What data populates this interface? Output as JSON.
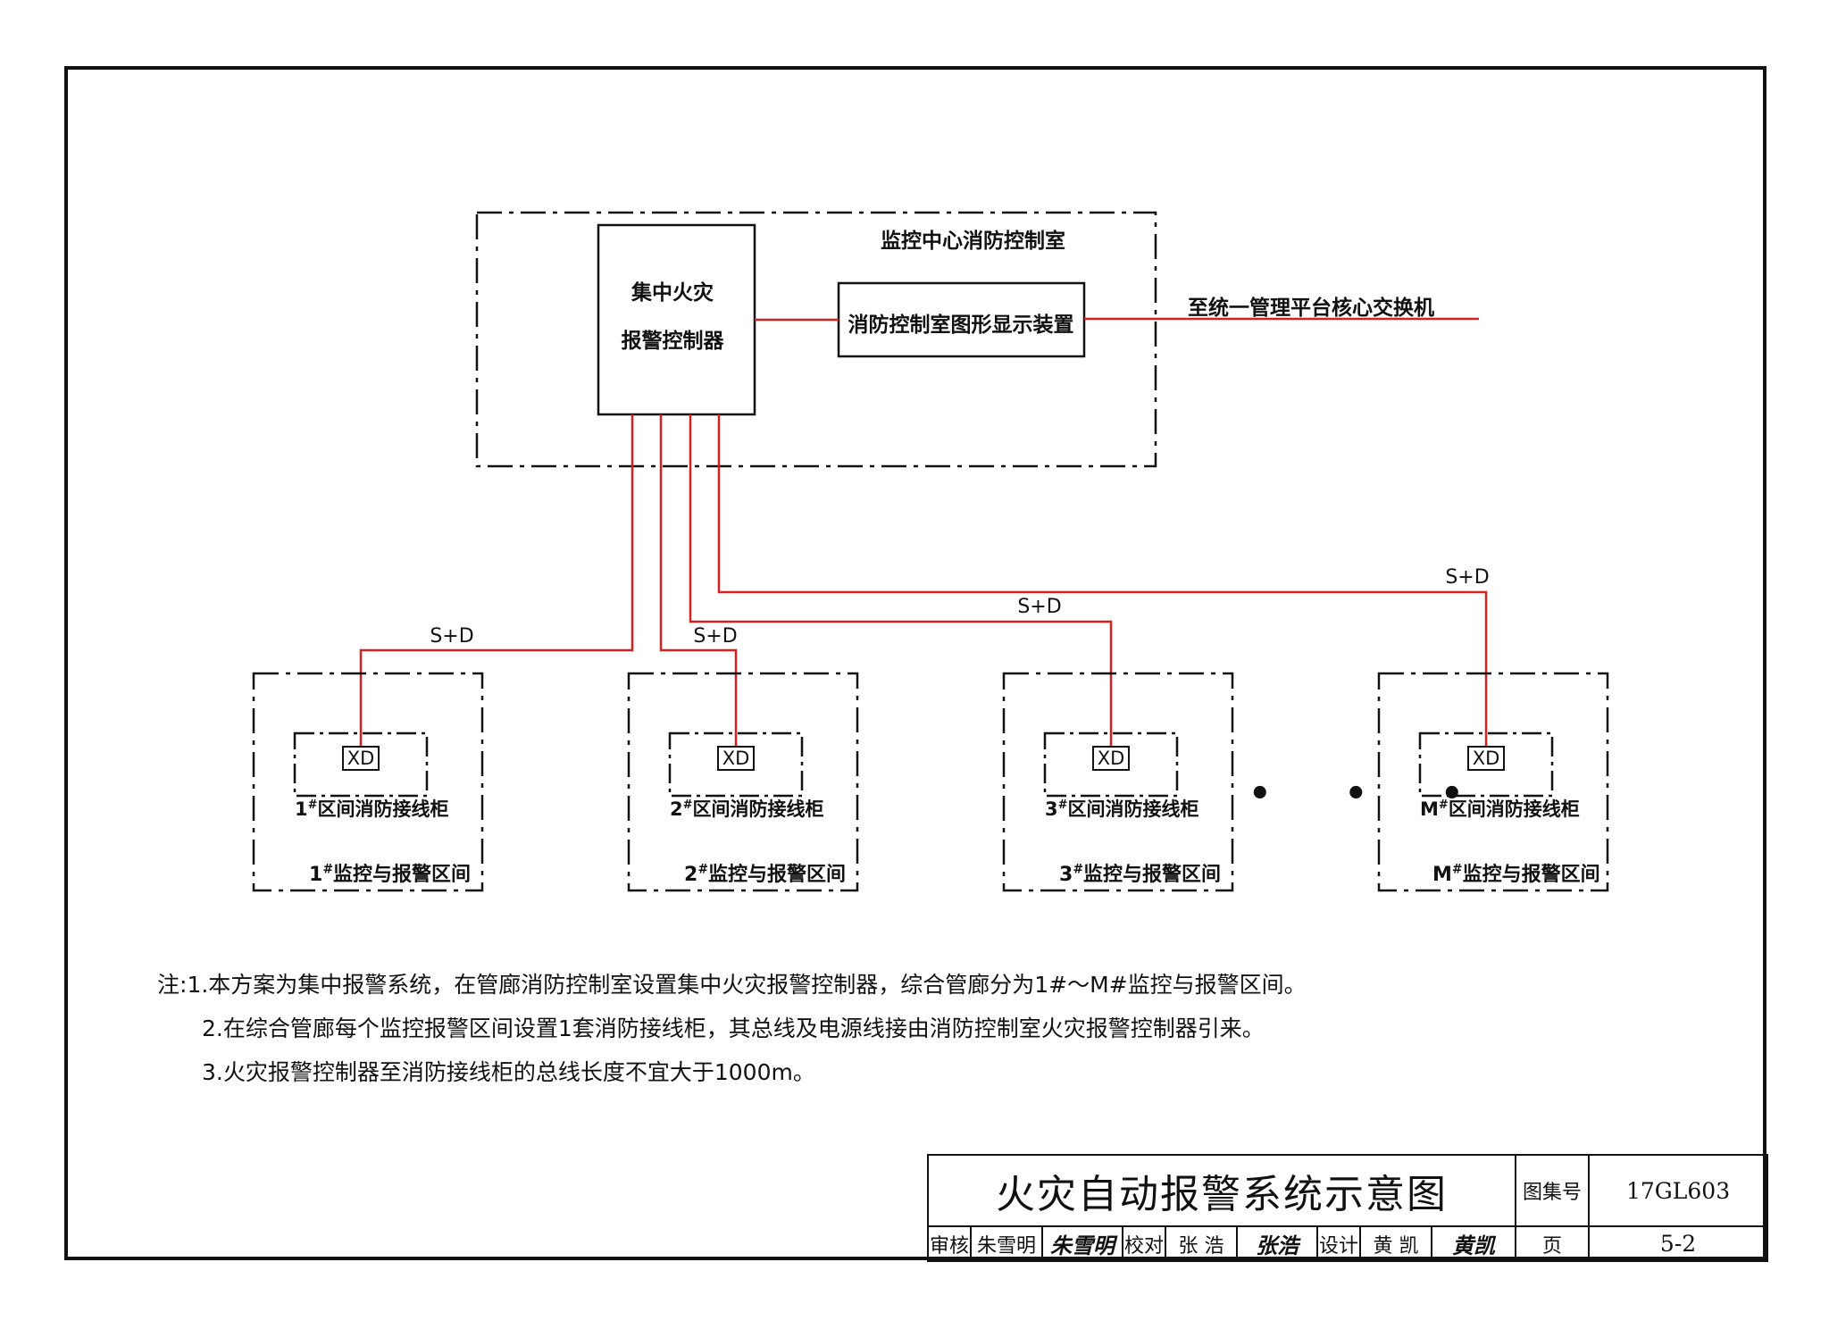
{
  "control_room": {
    "label": "监控中心消防控制室",
    "controller_line1": "集中火灾",
    "controller_line2": "报警控制器",
    "display_device": "消防控制室图形显示装置",
    "uplink_label": "至统一管理平台核心交换机"
  },
  "bus_label": "S+D",
  "xd_label": "XD",
  "zones": [
    {
      "cabinet": "区间消防接线柜",
      "cabinet_prefix": "1",
      "zone": "监控与报警区间",
      "zone_prefix": "1"
    },
    {
      "cabinet": "区间消防接线柜",
      "cabinet_prefix": "2",
      "zone": "监控与报警区间",
      "zone_prefix": "2"
    },
    {
      "cabinet": "区间消防接线柜",
      "cabinet_prefix": "3",
      "zone": "监控与报警区间",
      "zone_prefix": "3"
    },
    {
      "cabinet": "区间消防接线柜",
      "cabinet_prefix": "M",
      "zone": "监控与报警区间",
      "zone_prefix": "M"
    }
  ],
  "sup": "#",
  "ellipsis": "• • •",
  "notes": {
    "prefix": "注:",
    "line1": "1.本方案为集中报警系统，在管廊消防控制室设置集中火灾报警控制器，综合管廊分为1#～M#监控与报警区间。",
    "line2": "2.在综合管廊每个监控报警区间设置1套消防接线柜，其总线及电源线接由消防控制室火灾报警控制器引来。",
    "line3": "3.火灾报警控制器至消防接线柜的总线长度不宜大于1000m。"
  },
  "title_block": {
    "title": "火灾自动报警系统示意图",
    "atlas_label": "图集号",
    "atlas_no": "17GL603",
    "review_label": "审核",
    "reviewer": "朱雪明",
    "reviewer_sig": "朱雪明",
    "check_label": "校对",
    "checker": "张 浩",
    "checker_sig": "张浩",
    "design_label": "设计",
    "designer": "黄 凯",
    "designer_sig": "黄凯",
    "page_label": "页",
    "page_no": "5-2"
  },
  "colors": {
    "line": "#d42020",
    "ink": "#111111"
  }
}
